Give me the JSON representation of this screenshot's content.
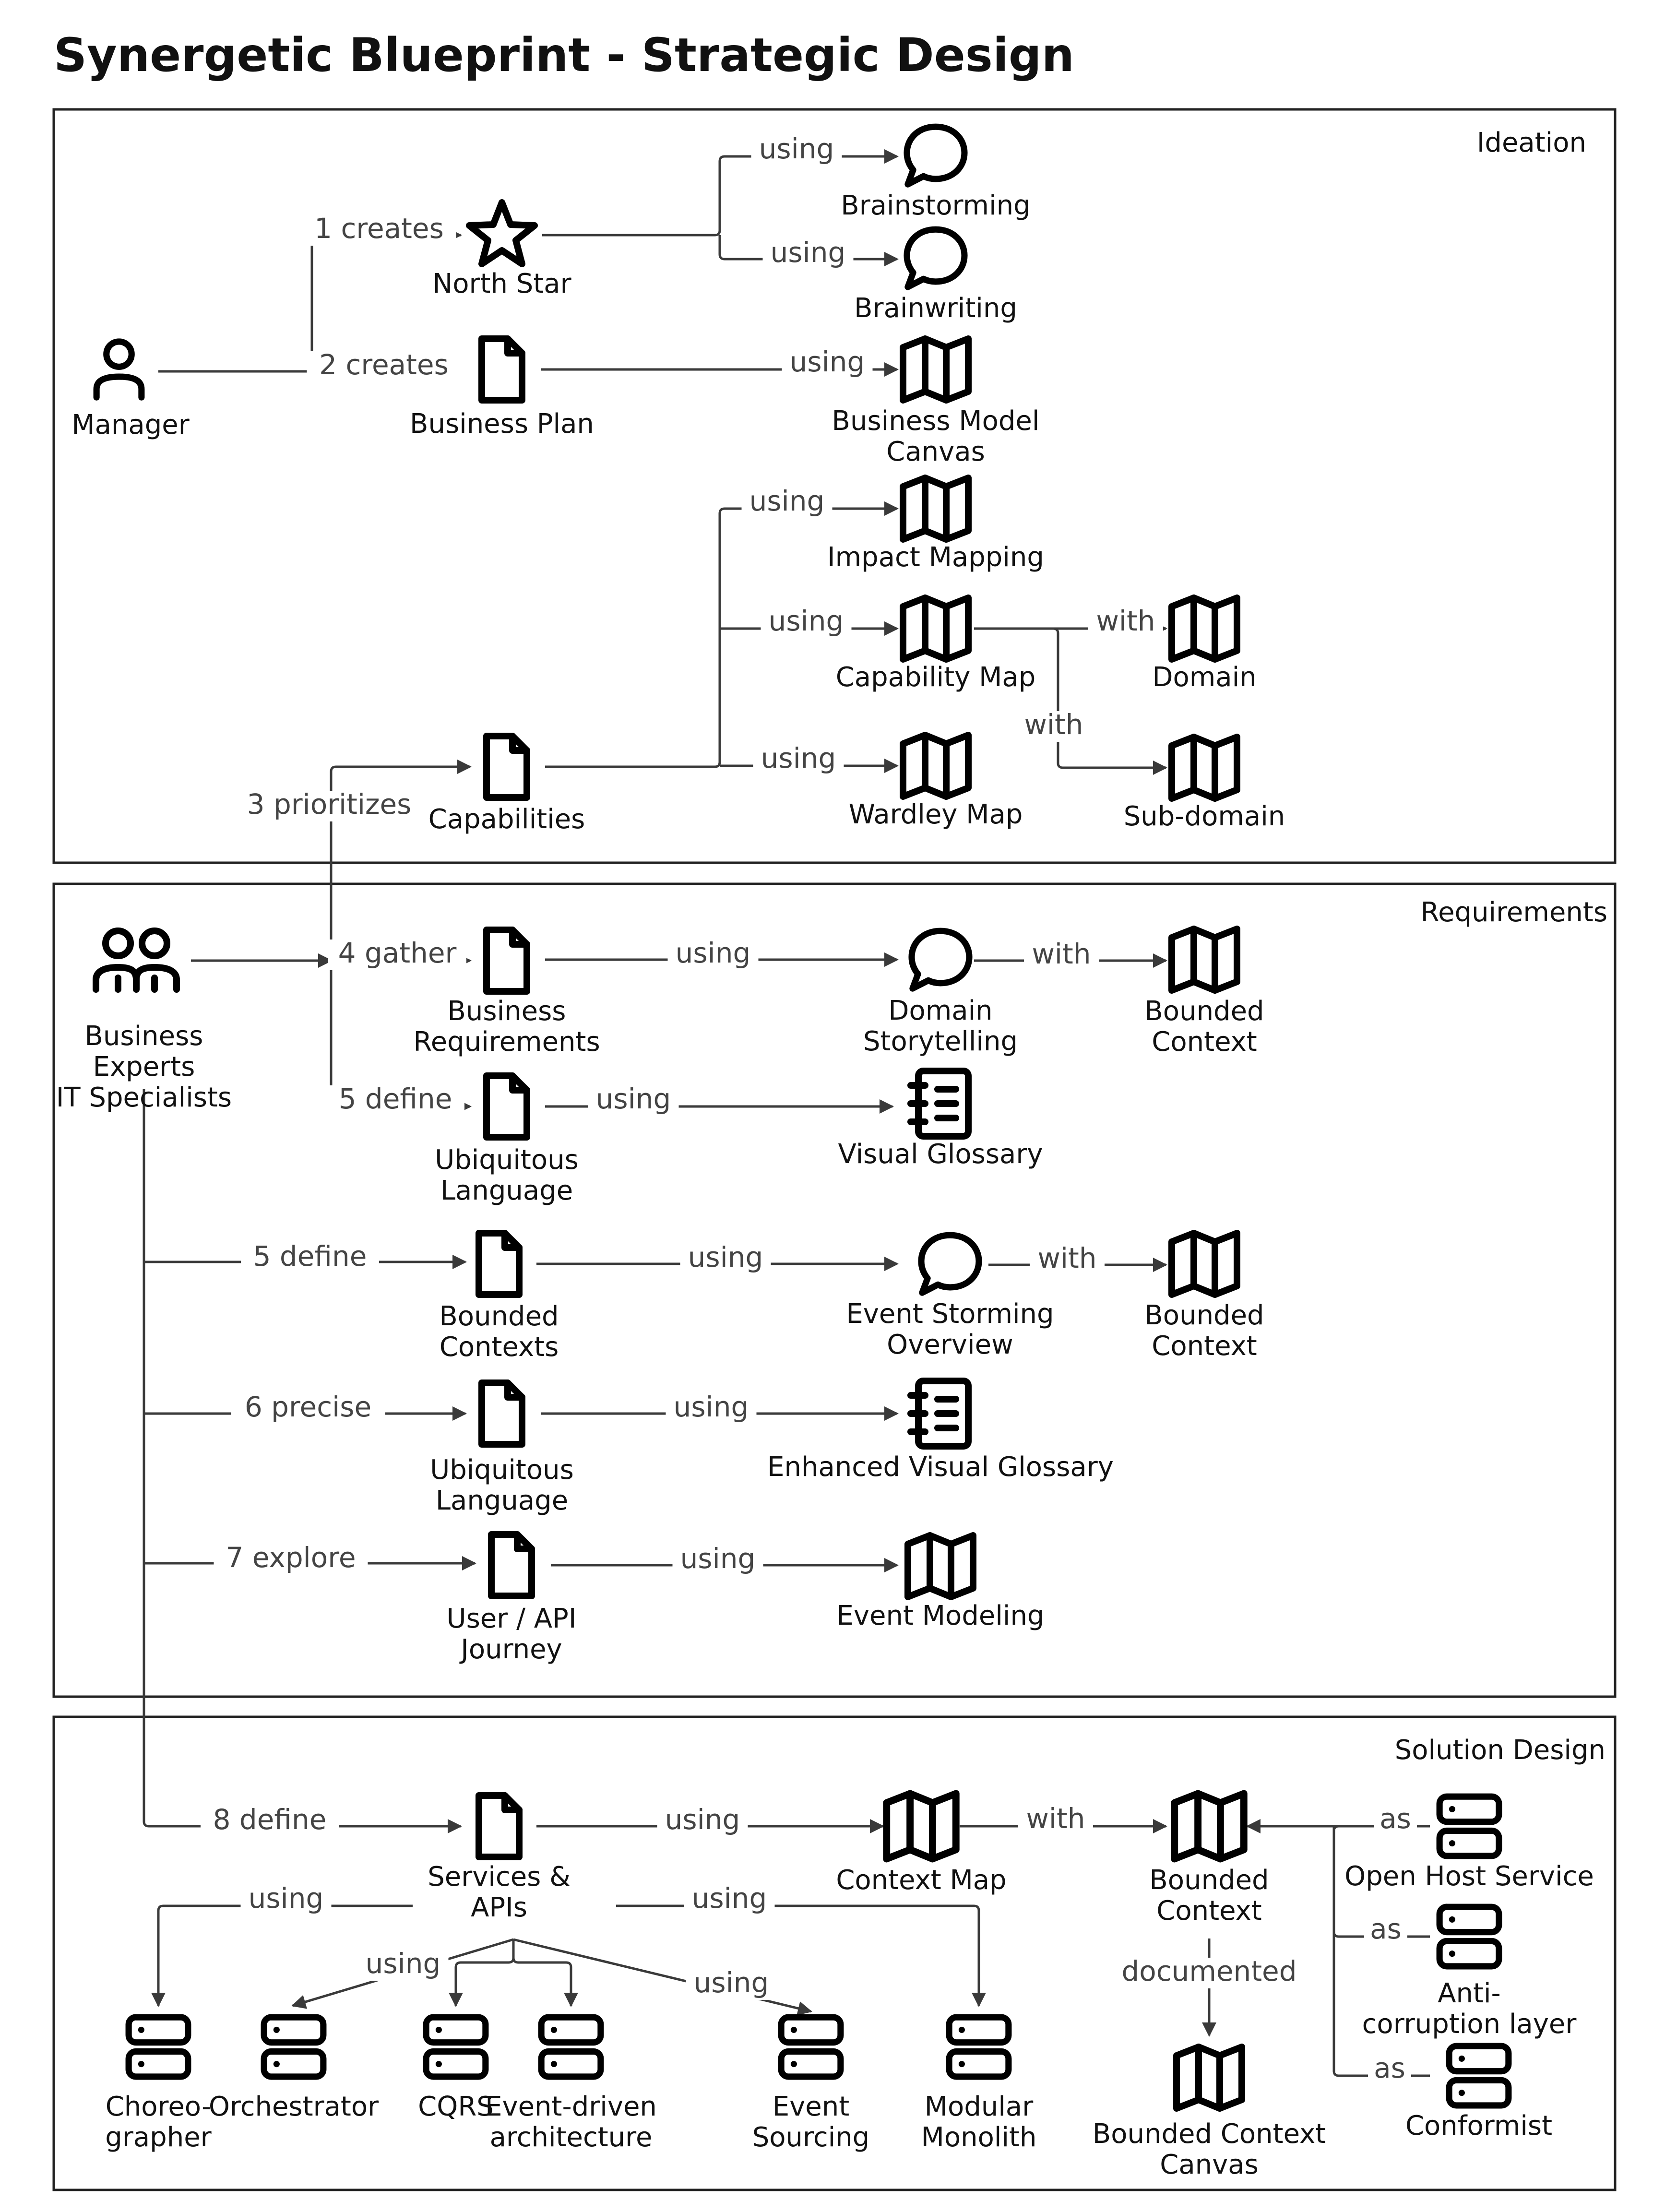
{
  "title": "Synergetic Blueprint - Strategic Design",
  "sections": {
    "ideation": "Ideation",
    "requirements": "Requirements",
    "solution": "Solution Design"
  },
  "actors": {
    "manager": "Manager",
    "experts": [
      "Business",
      "Experts",
      "IT Specialists"
    ]
  },
  "nodes": {
    "north_star": [
      "North Star"
    ],
    "business_plan": [
      "Business Plan"
    ],
    "brainstorming": [
      "Brainstorming"
    ],
    "brainwriting": [
      "Brainwriting"
    ],
    "bmc": [
      "Business Model",
      "Canvas"
    ],
    "impact_mapping": [
      "Impact Mapping"
    ],
    "capability_map": [
      "Capability Map"
    ],
    "domain": [
      "Domain"
    ],
    "wardley_map": [
      "Wardley Map"
    ],
    "subdomain": [
      "Sub-domain"
    ],
    "capabilities": [
      "Capabilities"
    ],
    "business_requirements": [
      "Business",
      "Requirements"
    ],
    "domain_storytelling": [
      "Domain",
      "Storytelling"
    ],
    "bounded_context_1": [
      "Bounded",
      "Context"
    ],
    "ubiquitous_language_1": [
      "Ubiquitous",
      "Language"
    ],
    "visual_glossary": [
      "Visual Glossary"
    ],
    "bounded_contexts": [
      "Bounded",
      "Contexts"
    ],
    "event_storming": [
      "Event Storming",
      "Overview"
    ],
    "bounded_context_2": [
      "Bounded",
      "Context"
    ],
    "ubiquitous_language_2": [
      "Ubiquitous",
      "Language"
    ],
    "enhanced_glossary": [
      "Enhanced Visual Glossary"
    ],
    "user_api_journey": [
      "User / API",
      "Journey"
    ],
    "event_modeling": [
      "Event Modeling"
    ],
    "services_apis": [
      "Services &",
      "APIs"
    ],
    "context_map": [
      "Context Map"
    ],
    "bounded_context_3": [
      "Bounded",
      "Context"
    ],
    "bc_canvas": [
      "Bounded Context",
      "Canvas"
    ],
    "open_host": [
      "Open Host Service"
    ],
    "anti_corruption": [
      "Anti-",
      "corruption layer"
    ],
    "conformist": [
      "Conformist"
    ],
    "choreographer": [
      "Choreo-",
      "grapher"
    ],
    "orchestrator": [
      "Orchestrator"
    ],
    "cqrs": [
      "CQRS"
    ],
    "event_driven": [
      "Event-driven",
      "architecture"
    ],
    "event_sourcing": [
      "Event",
      "Sourcing"
    ],
    "modular_monolith": [
      "Modular",
      "Monolith"
    ]
  },
  "edge_labels": {
    "creates_1": "1 creates",
    "creates_2": "2 creates",
    "prioritizes_3": "3 prioritizes",
    "gather_4": "4 gather",
    "define_5a": "5 define",
    "define_5b": "5 define",
    "precise_6": "6 precise",
    "explore_7": "7 explore",
    "define_8": "8 define",
    "using": "using",
    "with": "with",
    "as": "as",
    "documented": "documented"
  },
  "icons": {
    "actor": "person-icon",
    "team": "people-icon",
    "star": "star-icon",
    "document": "document-icon",
    "chat": "chat-bubble-icon",
    "map": "map-icon",
    "glossary": "notebook-icon",
    "server": "server-icon"
  }
}
